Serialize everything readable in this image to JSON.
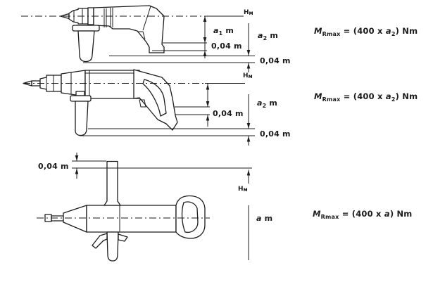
{
  "page": {
    "background": "#ffffff",
    "ink_color": "#1b1b1b"
  },
  "sections": [
    {
      "name": "pistol-grip-drill",
      "axis_label": {
        "main": "H",
        "sub": "м"
      },
      "labels": {
        "a1": {
          "var": "a",
          "sub": "1",
          "unit": "m"
        },
        "d004a": "0,04 m",
        "a2": {
          "var": "a",
          "sub": "2",
          "unit": "m"
        },
        "d004b": "0,04 m"
      },
      "formula": {
        "sym": "M",
        "sym_sub": "Rmax",
        "mid": " = (400 x ",
        "var": "a",
        "var_sub": "2",
        "tail": ") Nm"
      }
    },
    {
      "name": "hammer-drill",
      "axis_label": {
        "main": "H",
        "sub": "м"
      },
      "labels": {
        "d004a": "0,04 m",
        "a2": {
          "var": "a",
          "sub": "2",
          "unit": "m"
        },
        "d004b": "0,04 m"
      },
      "formula": {
        "sym": "M",
        "sym_sub": "Rmax",
        "mid": " = (400 x ",
        "var": "a",
        "var_sub": "2",
        "tail": ") Nm"
      }
    },
    {
      "name": "straight-tool-with-spade-handle",
      "axis_label": {
        "main": "H",
        "sub": "м"
      },
      "labels": {
        "d004": "0,04 m",
        "a": {
          "var": "a",
          "unit": "m"
        }
      },
      "formula": {
        "sym": "M",
        "sym_sub": "Rmax",
        "mid": " = (400 x ",
        "var": "a",
        "var_sub": "",
        "tail": ") Nm"
      }
    }
  ]
}
